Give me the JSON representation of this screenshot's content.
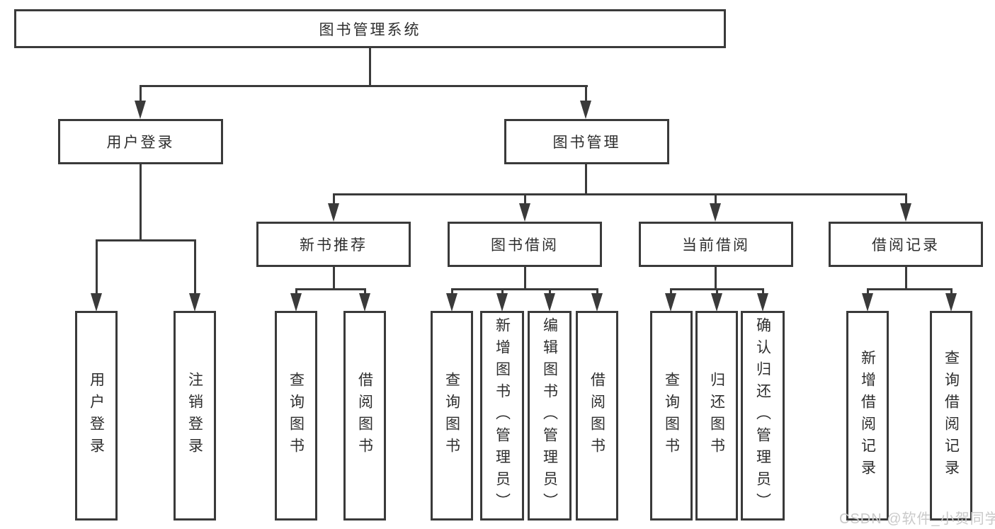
{
  "diagram": {
    "watermark": "CSDN @软件_小贺同学",
    "colors": {
      "background": "#ffffff",
      "box_border": "#3a3a3a",
      "connector_line": "#3a3a3a",
      "text": "#2e2e2e",
      "watermark_text": "#c9c9c9"
    },
    "nodes": {
      "root": {
        "label": "图书管理系统"
      },
      "level2": [
        {
          "id": "user-login",
          "label": "用户登录",
          "parent": "图书管理系统"
        },
        {
          "id": "book-management",
          "label": "图书管理",
          "parent": "图书管理系统"
        }
      ],
      "level3": [
        {
          "id": "new-book-recommend",
          "label": "新书推荐",
          "parent": "图书管理"
        },
        {
          "id": "book-borrowing",
          "label": "图书借阅",
          "parent": "图书管理"
        },
        {
          "id": "current-borrowing",
          "label": "当前借阅",
          "parent": "图书管理"
        },
        {
          "id": "borrowing-records",
          "label": "借阅记录",
          "parent": "图书管理"
        }
      ],
      "leaves": [
        {
          "label": "用户登录",
          "parent": "用户登录"
        },
        {
          "label": "注销登录",
          "parent": "用户登录"
        },
        {
          "label": "查询图书",
          "parent": "新书推荐"
        },
        {
          "label": "借阅图书",
          "parent": "新书推荐"
        },
        {
          "label": "查询图书",
          "parent": "图书借阅"
        },
        {
          "label": "新增图书（管理员）",
          "parent": "图书借阅"
        },
        {
          "label": "编辑图书（管理员）",
          "parent": "图书借阅"
        },
        {
          "label": "借阅图书",
          "parent": "图书借阅"
        },
        {
          "label": "查询图书",
          "parent": "当前借阅"
        },
        {
          "label": "归还图书",
          "parent": "当前借阅"
        },
        {
          "label": "确认归还（管理员）",
          "parent": "当前借阅"
        },
        {
          "label": "新增借阅记录",
          "parent": "借阅记录"
        },
        {
          "label": "查询借阅记录",
          "parent": "借阅记录"
        }
      ]
    }
  }
}
